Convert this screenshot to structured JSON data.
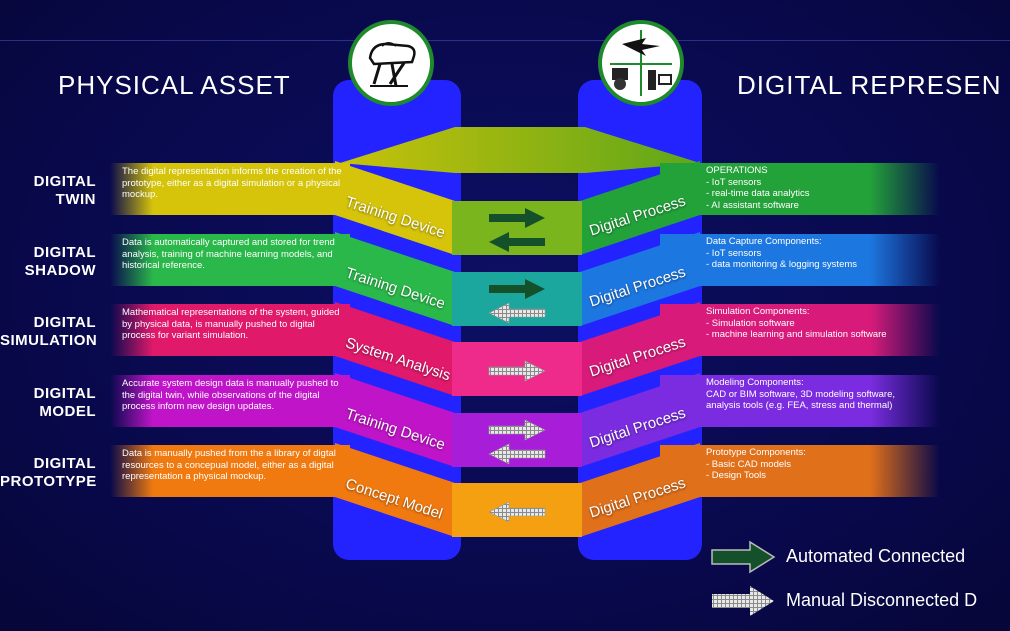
{
  "headings": {
    "physical": "PHYSICAL  ASSET",
    "digital": "DIGITAL REPRESEN"
  },
  "levels": [
    {
      "label_line1": "DIGITAL",
      "label_line2": "TWIN",
      "left_text": "The digital representation informs the creation of the prototype, either as a digital simulation or a physical mockup.",
      "left_panel": "Training Device",
      "right_panel": "Digital Process",
      "right_head": "OPERATIONS",
      "right_items": [
        "- IoT sensors",
        "- real-time data analytics",
        "- AI assistant software"
      ],
      "arrows": [
        "automated-right",
        "automated-left"
      ],
      "colors": {
        "left": "#d6c40a",
        "mid": "#7ab51d",
        "right": "#23a23a"
      }
    },
    {
      "label_line1": "DIGITAL",
      "label_line2": "SHADOW",
      "left_text": "Data is automatically captured and stored for trend analysis, training of machine learning models, and historical reference.",
      "left_panel": "Training Device",
      "right_panel": "Digital Process",
      "right_head": "Data Capture Components:",
      "right_items": [
        "- IoT sensors",
        "- data monitoring & logging systems"
      ],
      "arrows": [
        "automated-right",
        "manual-left"
      ],
      "colors": {
        "left": "#2ab84a",
        "mid": "#1ba69e",
        "right": "#1d77e0"
      }
    },
    {
      "label_line1": "DIGITAL",
      "label_line2": "SIMULATION",
      "left_text": "Mathematical representations of the system, guided by physical data, is manually pushed to digital process for variant simulation.",
      "left_panel": "System Analysis",
      "right_panel": "Digital Process",
      "right_head": "Simulation Components:",
      "right_items": [
        "- Simulation software",
        "- machine learning and simulation software"
      ],
      "arrows": [
        "manual-right"
      ],
      "colors": {
        "left": "#e0196b",
        "mid": "#ee2a8a",
        "right": "#d81b7a"
      }
    },
    {
      "label_line1": "DIGITAL",
      "label_line2": "MODEL",
      "left_text": "Accurate system design data is manually pushed to the digital twin, while observations of the digital process inform new design updates.",
      "left_panel": "Training Device",
      "right_panel": "Digital Process",
      "right_head": "Modeling Components:",
      "right_items": [
        "CAD or BIM software, 3D modeling software,",
        "analysis tools (e.g. FEA, stress and thermal)"
      ],
      "arrows": [
        "manual-right",
        "manual-left"
      ],
      "colors": {
        "left": "#c014c8",
        "mid": "#a81dd8",
        "right": "#7b2ce0"
      }
    },
    {
      "label_line1": "DIGITAL",
      "label_line2": "PROTOTYPE",
      "left_text": "Data is manually pushed from the a library of digtal resources to a concepual model, either as a digital representation a physical mockup.",
      "left_panel": "Concept Model",
      "right_panel": "Digital Process",
      "right_head": "Prototype Components:",
      "right_items": [
        "- Basic CAD models",
        "- Design Tools"
      ],
      "arrows": [
        "manual-left"
      ],
      "colors": {
        "left": "#f07a10",
        "mid": "#f5a010",
        "right": "#e0701a"
      }
    }
  ],
  "legend": {
    "automated": "Automated Connected",
    "manual": "Manual Disconnected D"
  },
  "palette": {
    "automated_arrow": "#14512a",
    "manual_arrow": "#d9d9d9",
    "pillar": "#2323ff",
    "background": "#080849"
  }
}
